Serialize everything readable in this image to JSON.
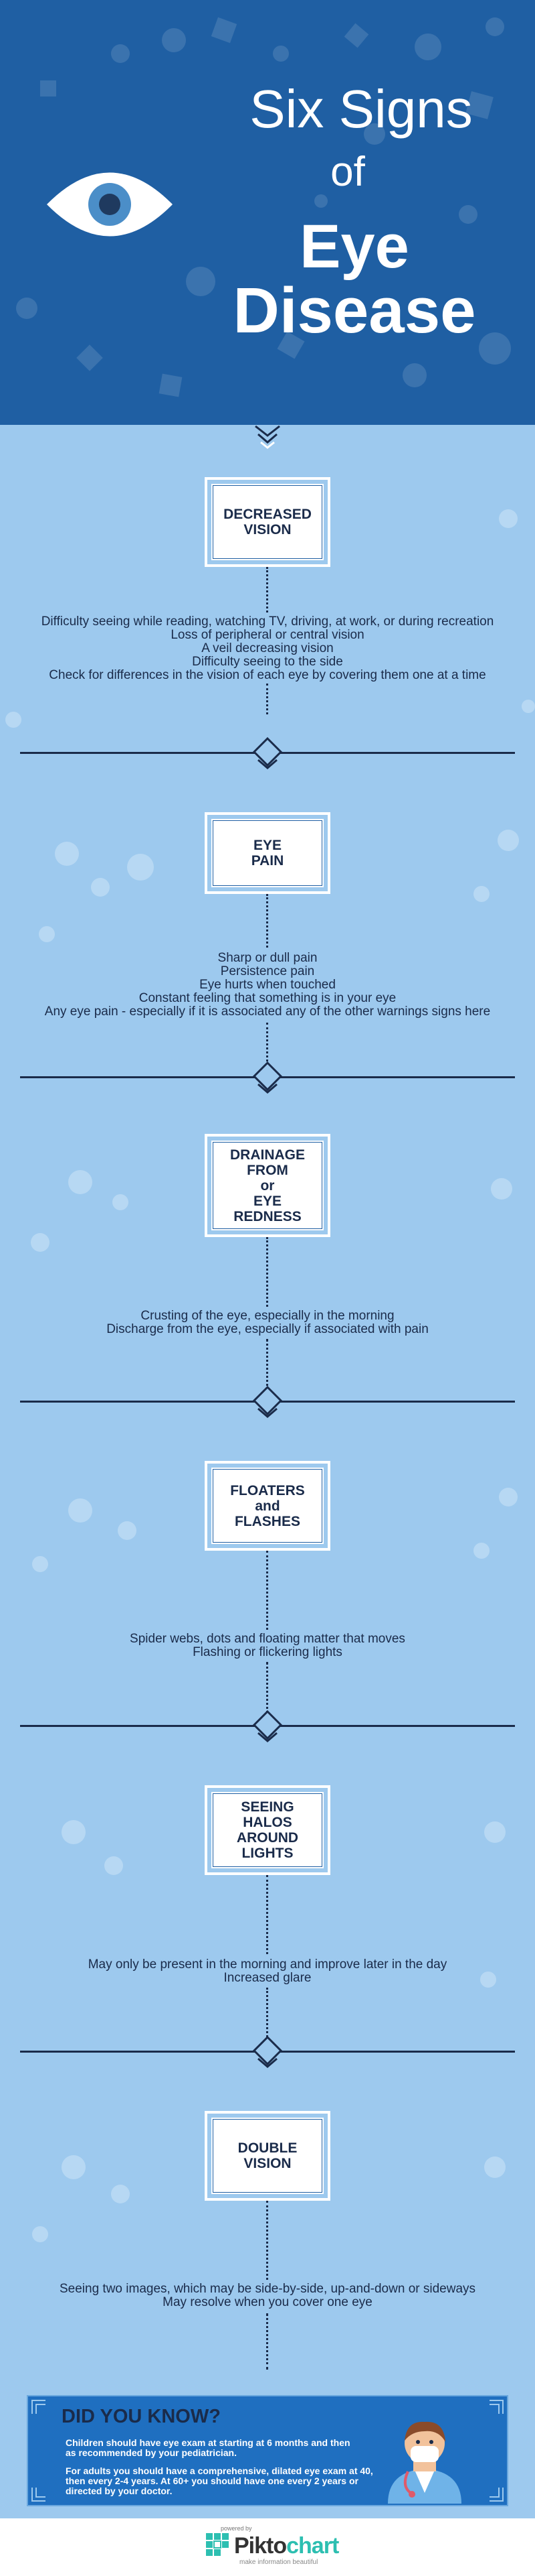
{
  "header": {
    "title_line1": "Six Signs",
    "title_line2": "of",
    "title_line3": "Eye",
    "title_line4": "Disease",
    "bg_color": "#1f5fa3",
    "icon": "eye-icon"
  },
  "sections": [
    {
      "label": "DECREASED\nVISION",
      "lines": [
        "Difficulty seeing while reading, watching TV, driving, at work, or during recreation",
        "Loss of peripheral or central vision",
        "A veil decreasing vision",
        "Difficulty seeing to the side",
        "Check for differences in the vision of each eye by covering them one at a time"
      ]
    },
    {
      "label": "EYE\nPAIN",
      "lines": [
        "Sharp or dull pain",
        "Persistence pain",
        "Eye hurts when touched",
        "Constant feeling that something is in your eye",
        "Any eye pain - especially if it is associated any of the other warnings signs here"
      ]
    },
    {
      "label": "DRAINAGE\nFROM\nor\nEYE\nREDNESS",
      "lines": [
        "Crusting of the eye, especially in the morning",
        "Discharge from the eye, especially if associated with pain"
      ]
    },
    {
      "label": "FLOATERS\nand\nFLASHES",
      "lines": [
        "Spider webs, dots and floating matter that moves",
        "Flashing or flickering lights"
      ]
    },
    {
      "label": "SEEING\nHALOS\nAROUND\nLIGHTS",
      "lines": [
        "May only be  present in the morning and improve later in the day",
        "Increased glare"
      ]
    },
    {
      "label": "DOUBLE\nVISION",
      "lines": [
        "Seeing two images, which may be side-by-side, up-and-down or sideways",
        "May resolve when you cover one eye"
      ]
    }
  ],
  "did_you_know": {
    "title": "DID YOU KNOW?",
    "paragraph1": "Children should have eye exam at starting at 6 months and then as recommended by your pediatrician.",
    "paragraph2": "For adults you should have a comprehensive, dilated eye exam at 40, then every 2-4 years. At 60+ you should have one every 2 years or directed by your doctor.",
    "icon": "doctor-icon"
  },
  "footer": {
    "powered_by": "powered by",
    "brand_part1": "Pikto",
    "brand_part2": "chart",
    "tagline": "make information beautiful",
    "icon": "piktochart-logo-icon"
  },
  "colors": {
    "page_bg": "#9dc9ee",
    "header_bg": "#1f5fa3",
    "text_dark": "#1a2b4a",
    "box_bg": "#1f6fc0",
    "brand_teal": "#2dbfb1"
  }
}
